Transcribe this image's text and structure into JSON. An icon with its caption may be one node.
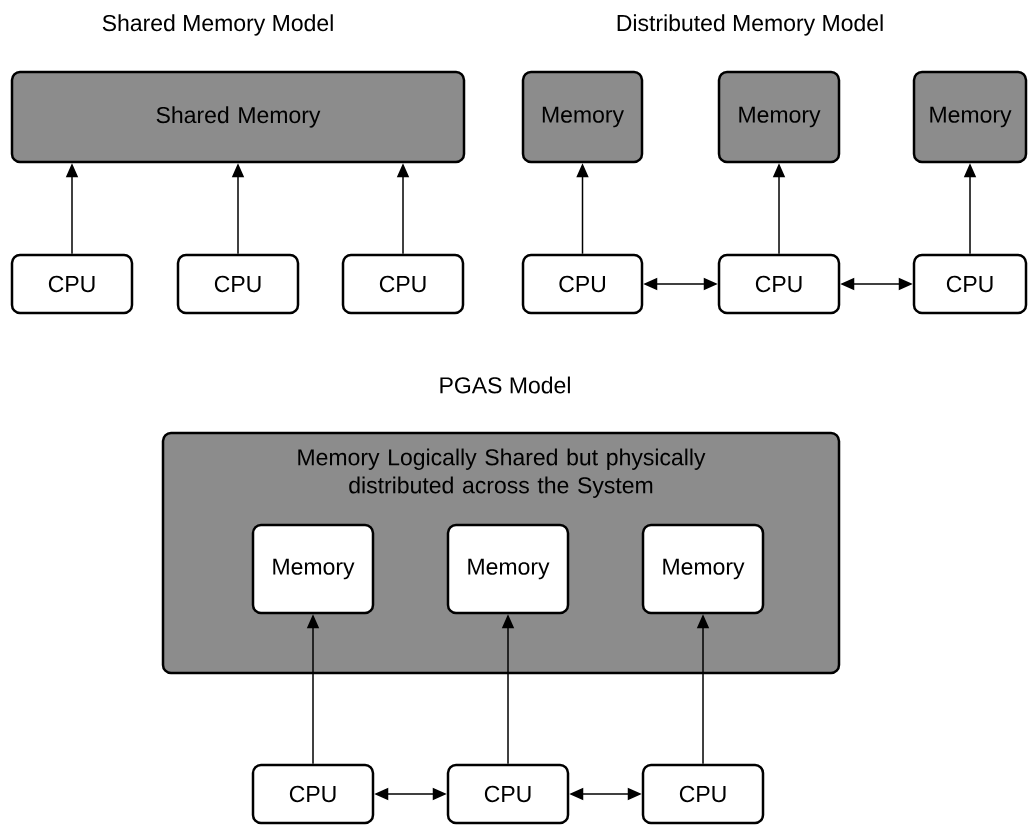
{
  "diagram": {
    "nodes": [
      {
        "text": [
          "Shared Memory"
        ]
      },
      {
        "text": [
          "CPU"
        ]
      },
      {
        "text": [
          "CPU"
        ]
      },
      {
        "text": [
          "CPU"
        ]
      },
      {
        "text": [
          "Memory"
        ]
      },
      {
        "text": [
          "Memory"
        ]
      },
      {
        "text": [
          "Memory"
        ]
      },
      {
        "text": [
          "CPU"
        ]
      },
      {
        "text": [
          "CPU"
        ]
      },
      {
        "text": [
          "CPU"
        ]
      },
      {
        "text": [
          "Memory Logically Shared but physically distributed across the System"
        ]
      },
      {
        "text": [
          "Memory"
        ],
        "in": 10
      },
      {
        "text": [
          "Memory"
        ],
        "in": 10
      },
      {
        "text": [
          "Memory"
        ],
        "in": 10
      },
      {
        "text": [
          "CPU"
        ]
      },
      {
        "text": [
          "CPU"
        ]
      },
      {
        "text": [
          "CPU"
        ]
      }
    ],
    "edges": [
      {
        "from": 1,
        "to": 0,
        "arrow": "to"
      },
      {
        "from": 2,
        "to": 0,
        "arrow": "to"
      },
      {
        "from": 3,
        "to": 0,
        "arrow": "to"
      },
      {
        "from": 7,
        "to": 4,
        "arrow": "to"
      },
      {
        "from": 8,
        "to": 5,
        "arrow": "to"
      },
      {
        "from": 9,
        "to": 6,
        "arrow": "to"
      },
      {
        "from": 7,
        "to": 8,
        "arrow": "both"
      },
      {
        "from": 8,
        "to": 9,
        "arrow": "both"
      },
      {
        "from": 14,
        "to": 11,
        "arrow": "to"
      },
      {
        "from": 15,
        "to": 12,
        "arrow": "to"
      },
      {
        "from": 16,
        "to": 13,
        "arrow": "to"
      },
      {
        "from": 14,
        "to": 15,
        "arrow": "both"
      },
      {
        "from": 15,
        "to": 16,
        "arrow": "both"
      }
    ],
    "labels": [
      "Shared Memory Model",
      "Distributed Memory Model",
      "PGAS Model"
    ]
  }
}
